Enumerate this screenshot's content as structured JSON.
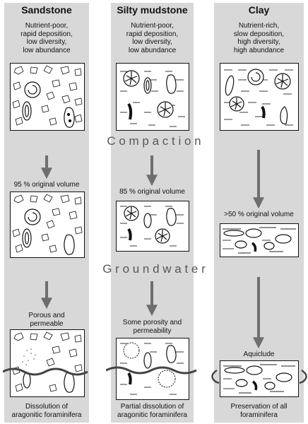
{
  "columns": [
    {
      "title": "Sandstone",
      "description": [
        "Nutrient-poor,",
        "rapid deposition,",
        "low diversity,",
        "low abundance"
      ],
      "volume": "95 % original volume",
      "porosity": [
        "Porous and",
        "permeable"
      ],
      "outcome": [
        "Dissolution of",
        "aragonitic foraminifera"
      ]
    },
    {
      "title": "Silty mudstone",
      "description": [
        "Nutrient-poor,",
        "rapid deposition,",
        "low diversity,",
        "low abundance"
      ],
      "volume": "85 % original volume",
      "porosity": [
        "Some porosity and",
        "permeability"
      ],
      "outcome": [
        "Partial dissolution of",
        "aragonitic foraminifera"
      ]
    },
    {
      "title": "Clay",
      "description": [
        "Nutrient-rich,",
        "slow deposition,",
        "high diversity,",
        "high abundance"
      ],
      "volume": ">50 % original volume",
      "porosity": [
        "Aquiclude"
      ],
      "outcome": [
        "Preservation of all",
        "foraminifera"
      ]
    }
  ],
  "bands": {
    "compaction": "C o m p a c t i o n",
    "groundwater": "G r o u n d w a t e r"
  },
  "colors": {
    "column_bg": "#d8d8d8",
    "arrow": "#6e6e6e",
    "band_text": "#585858"
  }
}
